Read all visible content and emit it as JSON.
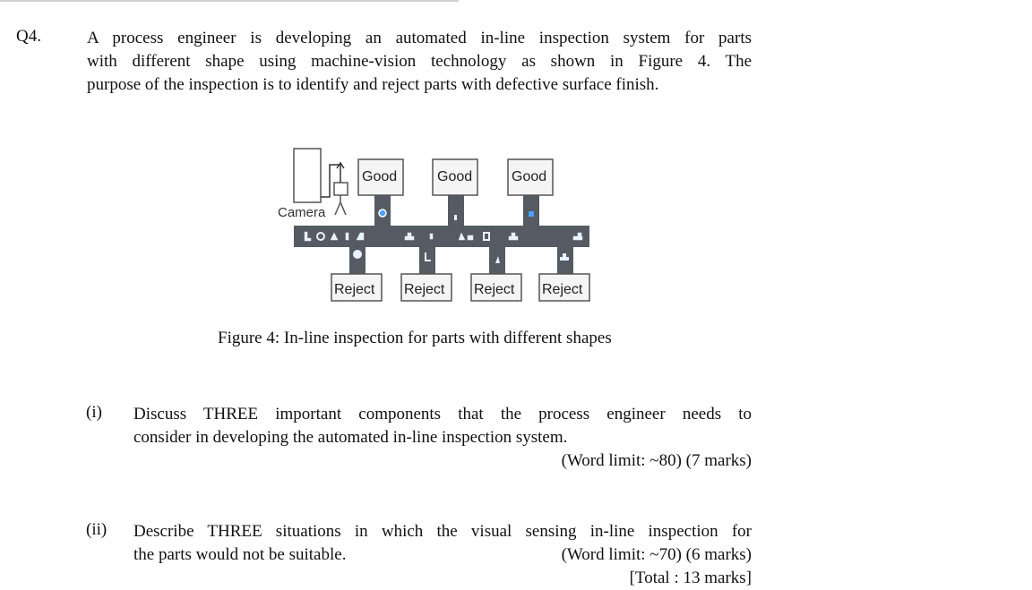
{
  "question": {
    "number": "Q4.",
    "text_lines": [
      "A process engineer is developing an automated in-line inspection system for parts",
      "with different shape using machine-vision technology as shown in Figure 4. The",
      "purpose of the inspection is to identify and reject parts with defective surface finish."
    ]
  },
  "figure": {
    "camera_label": "Camera",
    "good_labels": [
      "Good",
      "Good",
      "Good"
    ],
    "reject_labels": [
      "Reject",
      "Reject",
      "Reject",
      "Reject"
    ],
    "caption": "Figure 4: In-line inspection for parts with different shapes"
  },
  "parts": [
    {
      "number": "(i)",
      "lines": [
        "Discuss THREE important components that the process engineer needs to",
        "consider in developing the automated in-line inspection system."
      ],
      "marks": "(Word limit: ~80) (7 marks)"
    },
    {
      "number": "(ii)",
      "lines": [
        "Describe THREE situations in which the visual sensing in-line inspection for",
        "the parts would not be suitable."
      ],
      "marks": "(Word limit: ~70) (6 marks)"
    }
  ],
  "total": "[Total : 13 marks]"
}
